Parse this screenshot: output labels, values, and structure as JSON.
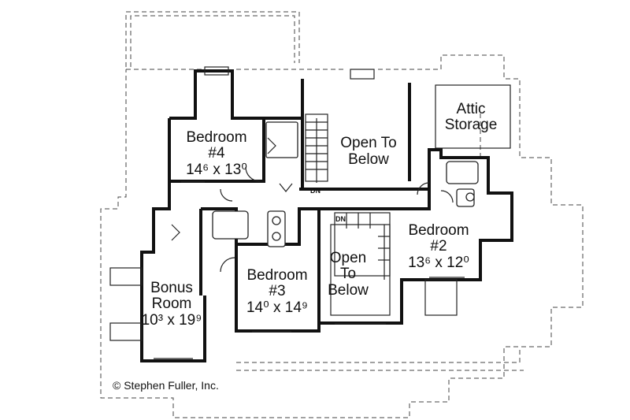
{
  "rooms": {
    "bedroom4": {
      "name1": "Bedroom",
      "name2": "#4",
      "dims": "14⁶ x 13⁰"
    },
    "bedroom3": {
      "name1": "Bedroom",
      "name2": "#3",
      "dims": "14⁰ x 14⁹"
    },
    "bedroom2": {
      "name1": "Bedroom",
      "name2": "#2",
      "dims": "13⁶ x 12⁰"
    },
    "bonus": {
      "name1": "Bonus",
      "name2": "Room",
      "dims": "10³ x 19⁹"
    },
    "attic": {
      "name1": "Attic",
      "name2": "Storage"
    },
    "open_upper": {
      "line1": "Open To",
      "line2": "Below"
    },
    "open_lower": {
      "line1": "Open",
      "line2": "To",
      "line3": "Below"
    }
  },
  "stair_labels": {
    "upper": "DN",
    "lower": "DN"
  },
  "copyright": "© Stephen Fuller, Inc."
}
